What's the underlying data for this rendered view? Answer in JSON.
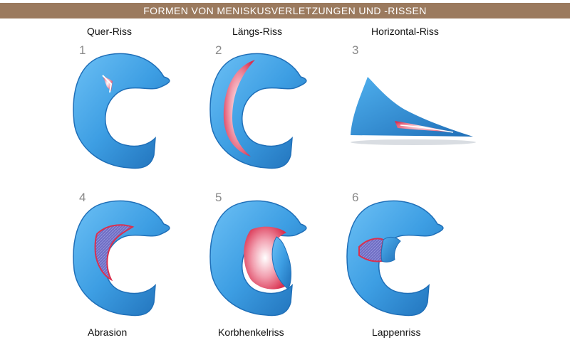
{
  "title": "FORMEN VON MENISKUSVERLETZUNGEN UND -RISSEN",
  "panels": [
    {
      "number": "1",
      "label": "Quer-Riss"
    },
    {
      "number": "2",
      "label": "Längs-Riss"
    },
    {
      "number": "3",
      "label": "Horizontal-Riss"
    },
    {
      "number": "4",
      "label": "Abrasion"
    },
    {
      "number": "5",
      "label": "Korbhenkelriss"
    },
    {
      "number": "6",
      "label": "Lappenriss"
    }
  ],
  "colors": {
    "header": "#9b7a5e",
    "meniscus": "#3d9ee3",
    "meniscus_dark": "#1f6fb8",
    "tear": "#d9304f"
  }
}
